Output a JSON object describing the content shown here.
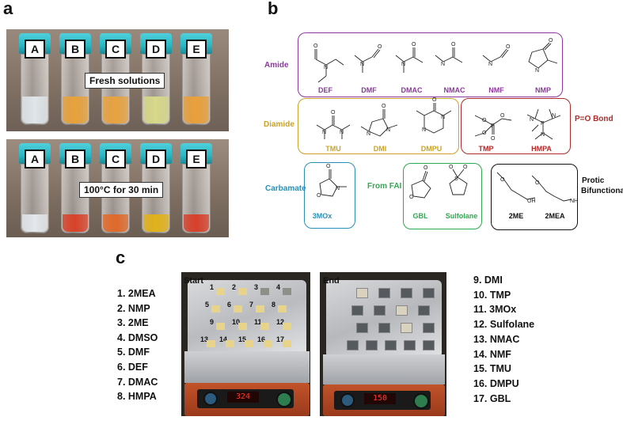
{
  "panel_a": {
    "label": "a",
    "top_note": "Fresh solutions",
    "bottom_note": "100°C for 30 min",
    "vials": [
      {
        "tag": "A",
        "fresh": "#dfe6ea",
        "heated": "#e3e8ec"
      },
      {
        "tag": "B",
        "fresh": "#e8a23a",
        "heated": "#d8432a"
      },
      {
        "tag": "C",
        "fresh": "#e9a340",
        "heated": "#e06a2a"
      },
      {
        "tag": "D",
        "fresh": "#d8d98a",
        "heated": "#e2b21a"
      },
      {
        "tag": "E",
        "fresh": "#e9a03a",
        "heated": "#d7402c"
      }
    ],
    "cap_color": "#2bb7c4"
  },
  "panel_b": {
    "label": "b",
    "groups": {
      "amide": {
        "label": "Amide",
        "color": "#8b3a9b",
        "molecules": [
          "DEF",
          "DMF",
          "DMAC",
          "NMAC",
          "NMF",
          "NMP"
        ]
      },
      "diamide": {
        "label": "Diamide",
        "color": "#c9a227",
        "molecules": [
          "TMU",
          "DMI",
          "DMPU"
        ]
      },
      "po": {
        "label": "P=O Bond",
        "color": "#b02a2a",
        "molecules": [
          "TMP",
          "HMPA"
        ]
      },
      "carbamate": {
        "label": "Carbamate",
        "color": "#2a8fb5",
        "molecules": [
          "3MOx"
        ]
      },
      "fai": {
        "label": "From FAI",
        "color": "#2fa84f",
        "molecules": [
          "GBL",
          "Sulfolane"
        ]
      },
      "protic": {
        "label_line1": "Protic",
        "label_line2": "Bifunctional",
        "color": "#111111",
        "molecules": [
          "2ME",
          "2MEA"
        ]
      }
    }
  },
  "panel_c": {
    "label": "c",
    "start_label": "Start",
    "end_label": "End",
    "list_left": [
      "1.  2MEA",
      "2.  NMP",
      "3.  2ME",
      "4.  DMSO",
      "5.  DMF",
      "6.  DEF",
      "7.  DMAC",
      "8.  HMPA"
    ],
    "list_right": [
      "9.  DMI",
      "10. TMP",
      "11. 3MOx",
      "12. Sulfolane",
      "13. NMAC",
      "14. NMF",
      "15. TMU",
      "16. DMPU",
      "17. GBL"
    ],
    "hotplate_display_start": "324",
    "hotplate_display_end": "150",
    "sample_numbers": [
      "1",
      "2",
      "3",
      "4",
      "5",
      "6",
      "7",
      "8",
      "9",
      "10",
      "11",
      "12",
      "13",
      "14",
      "15",
      "16",
      "17"
    ]
  }
}
